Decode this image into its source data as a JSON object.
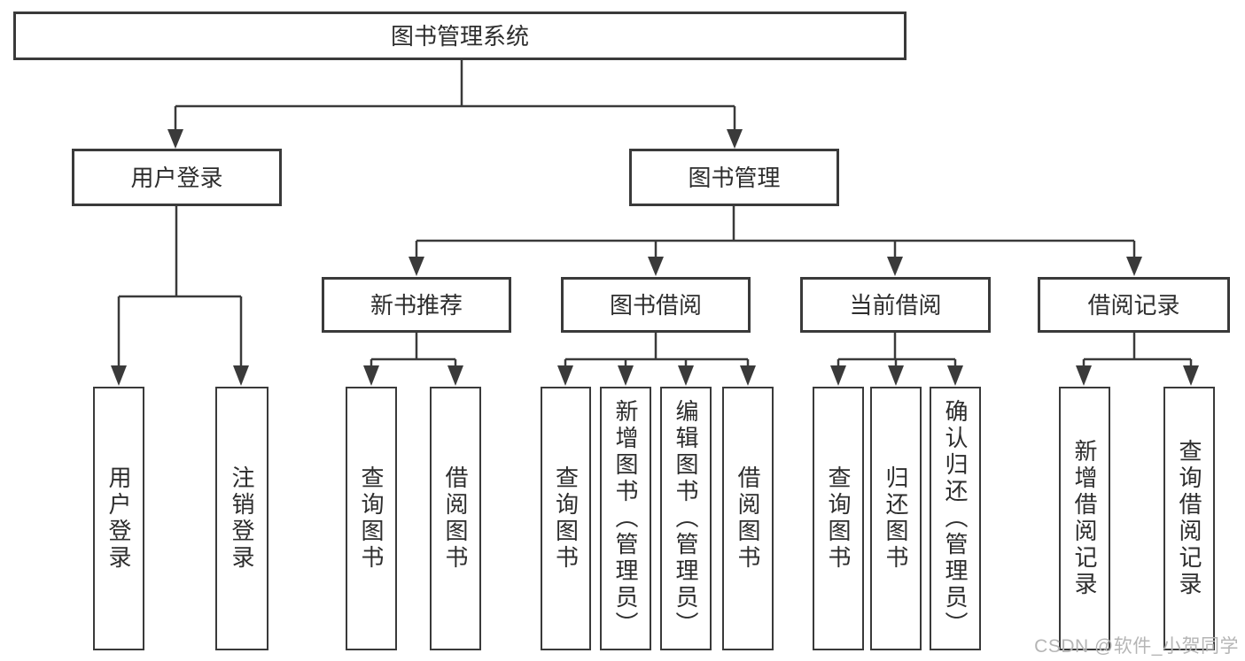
{
  "diagram_title": "图书管理系统",
  "colors": {
    "background": "#ffffff",
    "line": "#3a3a3a",
    "box_border": "#3a3a3a",
    "text": "#2d2d2d",
    "watermark": "#b5b5b5"
  },
  "watermark": {
    "text": "CSDN @软件_小贺同学"
  },
  "tree": {
    "label": "图书管理系统",
    "children": [
      {
        "label": "用户登录",
        "children": [
          {
            "label": "用户登录"
          },
          {
            "label": "注销登录"
          }
        ]
      },
      {
        "label": "图书管理",
        "children": [
          {
            "label": "新书推荐",
            "children": [
              {
                "label": "查询图书"
              },
              {
                "label": "借阅图书"
              }
            ]
          },
          {
            "label": "图书借阅",
            "children": [
              {
                "label": "查询图书"
              },
              {
                "label": "新增图书（管理员）"
              },
              {
                "label": "编辑图书（管理员）"
              },
              {
                "label": "借阅图书"
              }
            ]
          },
          {
            "label": "当前借阅",
            "children": [
              {
                "label": "查询图书"
              },
              {
                "label": "归还图书"
              },
              {
                "label": "确认归还（管理员）"
              }
            ]
          },
          {
            "label": "借阅记录",
            "children": [
              {
                "label": "新增借阅记录"
              },
              {
                "label": "查询借阅记录"
              }
            ]
          }
        ]
      }
    ]
  }
}
